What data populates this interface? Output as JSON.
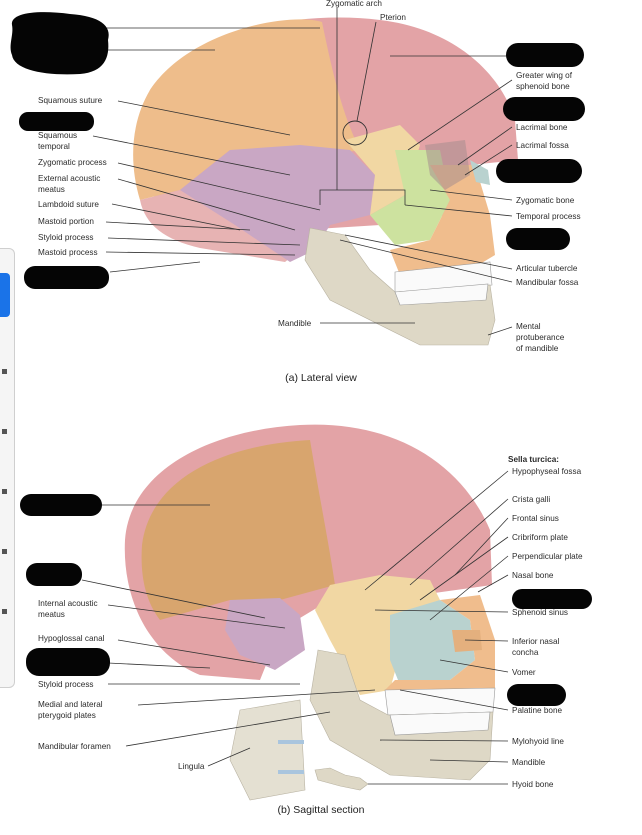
{
  "lateral": {
    "caption": "(a) Lateral view",
    "labels": {
      "zygomatic_arch": "Zygomatic arch",
      "pterion": "Pterion",
      "greater_wing_1": "Greater wing of",
      "greater_wing_2": "sphenoid bone",
      "squamous_suture": "Squamous suture",
      "squamous_temporal_1": "Squamous",
      "squamous_temporal_2": "temporal",
      "zygomatic_process": "Zygomatic process",
      "external_acoustic_1": "External acoustic",
      "external_acoustic_2": "meatus",
      "lambdoid_suture": "Lambdoid suture",
      "mastoid_portion": "Mastoid portion",
      "styloid_process": "Styloid process",
      "mastoid_process": "Mastoid process",
      "lacrimal_bone": "Lacrimal bone",
      "lacrimal_fossa": "Lacrimal fossa",
      "zygomatic_bone": "Zygomatic bone",
      "temporal_process": "Temporal process",
      "articular_tubercle": "Articular tubercle",
      "mandibular_fossa": "Mandibular fossa",
      "mandible": "Mandible",
      "mental_1": "Mental",
      "mental_2": "protuberance",
      "mental_3": "of mandible"
    }
  },
  "sagittal": {
    "caption": "(b) Sagittal section",
    "labels": {
      "sella_turcica": "Sella turcica:",
      "hypophyseal_fossa": "Hypophyseal fossa",
      "crista_galli": "Crista galli",
      "frontal_sinus": "Frontal sinus",
      "cribriform_plate": "Cribriform plate",
      "perpendicular_plate": "Perpendicular plate",
      "nasal_bone": "Nasal bone",
      "sphenoid_sinus": "Sphenoid sinus",
      "inferior_nasal_1": "Inferior nasal",
      "inferior_nasal_2": "concha",
      "vomer": "Vomer",
      "palatine_bone": "Palatine bone",
      "mylohyoid_line": "Mylohyoid line",
      "mandible": "Mandible",
      "hyoid_bone": "Hyoid bone",
      "internal_acoustic_1": "Internal acoustic",
      "internal_acoustic_2": "meatus",
      "hypoglossal_canal": "Hypoglossal canal",
      "styloid_process": "Styloid process",
      "pterygoid_1": "Medial and lateral",
      "pterygoid_2": "pterygoid plates",
      "mandibular_foramen": "Mandibular foramen",
      "lingula": "Lingula"
    }
  },
  "colors": {
    "parietal": "#eebd8b",
    "frontal": "#e3a3a6",
    "temporal": "#c9a7c4",
    "sphenoid": "#f1d7a3",
    "zygomatic": "#cde29f",
    "mandible": "#ded8c6",
    "maxilla": "#f0bd8d",
    "nasal": "#b9d2cf"
  }
}
